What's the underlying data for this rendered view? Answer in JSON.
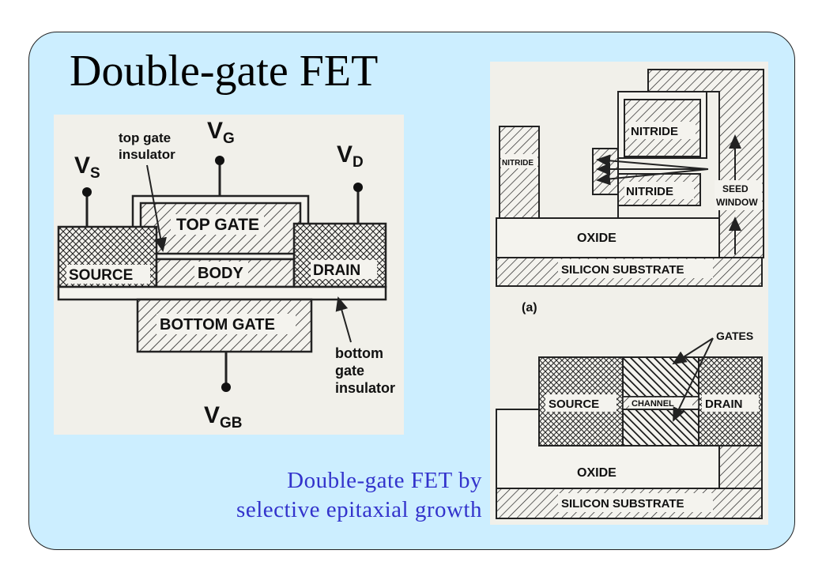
{
  "slide": {
    "title": "Double-gate FET",
    "caption_line1": "Double-gate FET by",
    "caption_line2": "selective epitaxial growth"
  },
  "left_figure": {
    "vs_main": "V",
    "vs_sub": "S",
    "vg_main": "V",
    "vg_sub": "G",
    "vd_main": "V",
    "vd_sub": "D",
    "vgb_main": "V",
    "vgb_sub": "GB",
    "top_gate_insulator_1": "top gate",
    "top_gate_insulator_2": "insulator",
    "top_gate": "TOP GATE",
    "source": "SOURCE",
    "body": "BODY",
    "drain": "DRAIN",
    "bottom_gate": "BOTTOM GATE",
    "bottom_gate_insulator_1": "bottom",
    "bottom_gate_insulator_2": "gate",
    "bottom_gate_insulator_3": "insulator"
  },
  "right_figure": {
    "nitride_left": "NITRIDE",
    "nitride_top": "NITRIDE",
    "nitride_mid": "NITRIDE",
    "seed_1": "SEED",
    "seed_2": "WINDOW",
    "oxide_a": "OXIDE",
    "substrate_a": "SILICON SUBSTRATE",
    "panel_a": "(a)",
    "gates": "GATES",
    "source": "SOURCE",
    "channel": "CHANNEL",
    "drain": "DRAIN",
    "oxide_b": "OXIDE",
    "substrate_b": "SILICON SUBSTRATE"
  },
  "colors": {
    "slide_bg": "#cceeff",
    "caption": "#3333cc",
    "figure_bg": "#f1f0ea"
  }
}
